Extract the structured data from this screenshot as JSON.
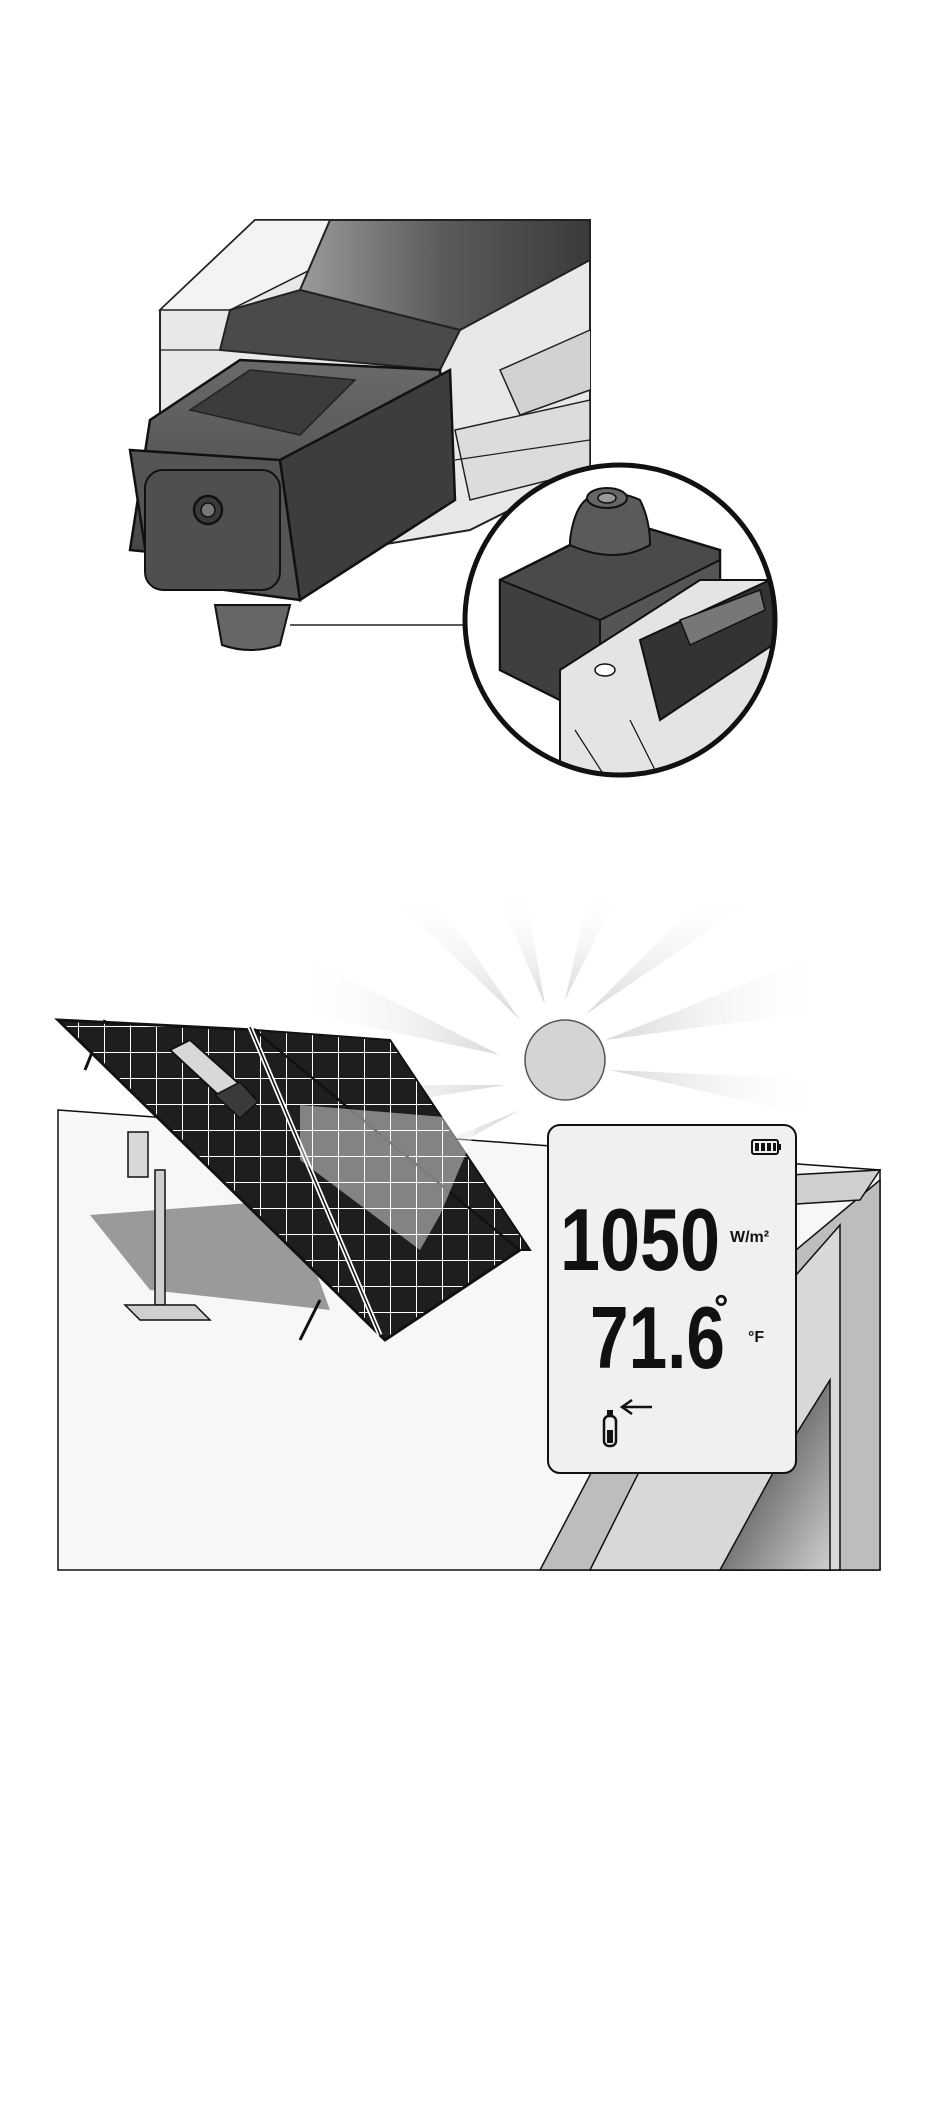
{
  "display": {
    "irradiance_value": "1050",
    "irradiance_unit": "W/m²",
    "temperature_value": "71.6",
    "degree_symbol": "°",
    "temperature_unit": "°F"
  },
  "icons": {
    "battery": "battery-full-icon",
    "probe": "temperature-probe-icon",
    "arrow": "arrow-left-icon",
    "sun": "sun-icon"
  },
  "colors": {
    "device_dark": "#555555",
    "device_light": "#e6e6e6",
    "panel_cell": "#1e1e1e",
    "lcd_background": "#f0f0f0"
  }
}
